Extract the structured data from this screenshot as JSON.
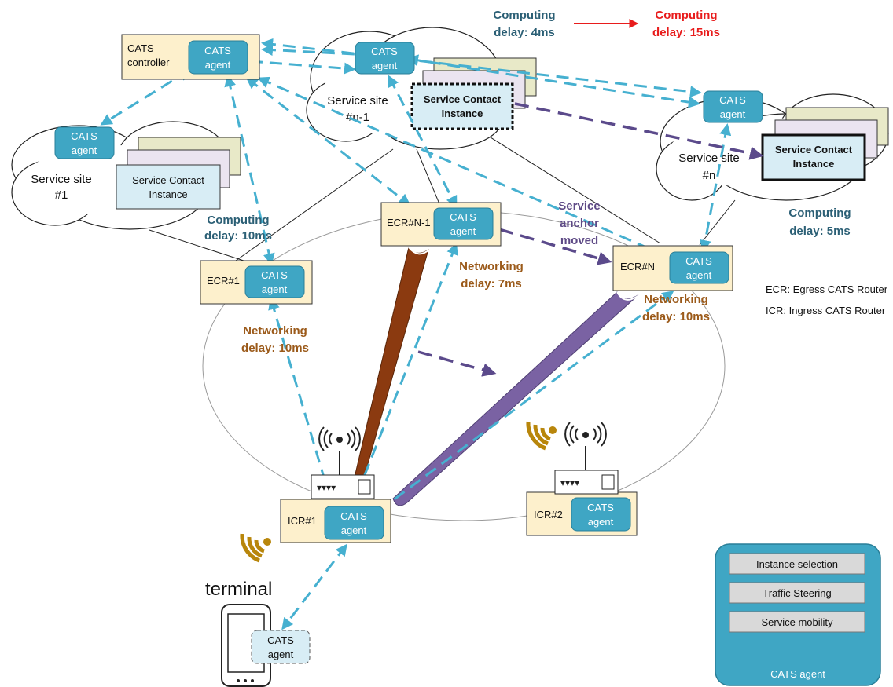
{
  "colors": {
    "agent_fill": "#3fa6c4",
    "router_fill": "#fdf0cc",
    "dash_blue": "#46b0d0",
    "dash_purple": "#5b4a8b",
    "pipe_brown": "#8b3a10",
    "pipe_purple": "#7a62a3",
    "antenna_gold": "#b8860b",
    "text_blue": "#2b5f75",
    "text_orange": "#9b5a1a",
    "text_red": "#e81c1c"
  },
  "agent_label": [
    "CATS",
    "agent"
  ],
  "controller": {
    "label": [
      "CATS",
      "controller"
    ]
  },
  "service_sites": {
    "site_1": [
      "Service site",
      "#1"
    ],
    "site_n1": [
      "Service site",
      "#n-1"
    ],
    "site_n": [
      "Service site",
      "#n"
    ]
  },
  "instance_label": [
    "Service Contact",
    "Instance"
  ],
  "routers": {
    "ecr1": "ECR#1",
    "ecrn1": "ECR#N-1",
    "ecrn": "ECR#N",
    "icr1": "ICR#1",
    "icr2": "ICR#2"
  },
  "annotations": {
    "comp_before": [
      "Computing",
      "delay: 4ms"
    ],
    "comp_after": [
      "Computing",
      "delay: 15ms"
    ],
    "comp_site1": [
      "Computing",
      "delay: 10ms"
    ],
    "comp_siten": [
      "Computing",
      "delay: 5ms"
    ],
    "net_ecr1": [
      "Networking",
      "delay: 10ms"
    ],
    "net_ecrn1": [
      "Networking",
      "delay: 7ms"
    ],
    "net_ecrn": [
      "Networking",
      "delay: 10ms"
    ],
    "anchor_moved": [
      "Service",
      "anchor",
      "moved"
    ]
  },
  "legend": {
    "ecr": "ECR: Egress CATS Router",
    "icr": "ICR: Ingress CATS Router"
  },
  "terminal_label": "terminal",
  "agent_panel": {
    "items": [
      "Instance selection",
      "Traffic Steering",
      "Service mobility"
    ],
    "title": "CATS agent"
  }
}
